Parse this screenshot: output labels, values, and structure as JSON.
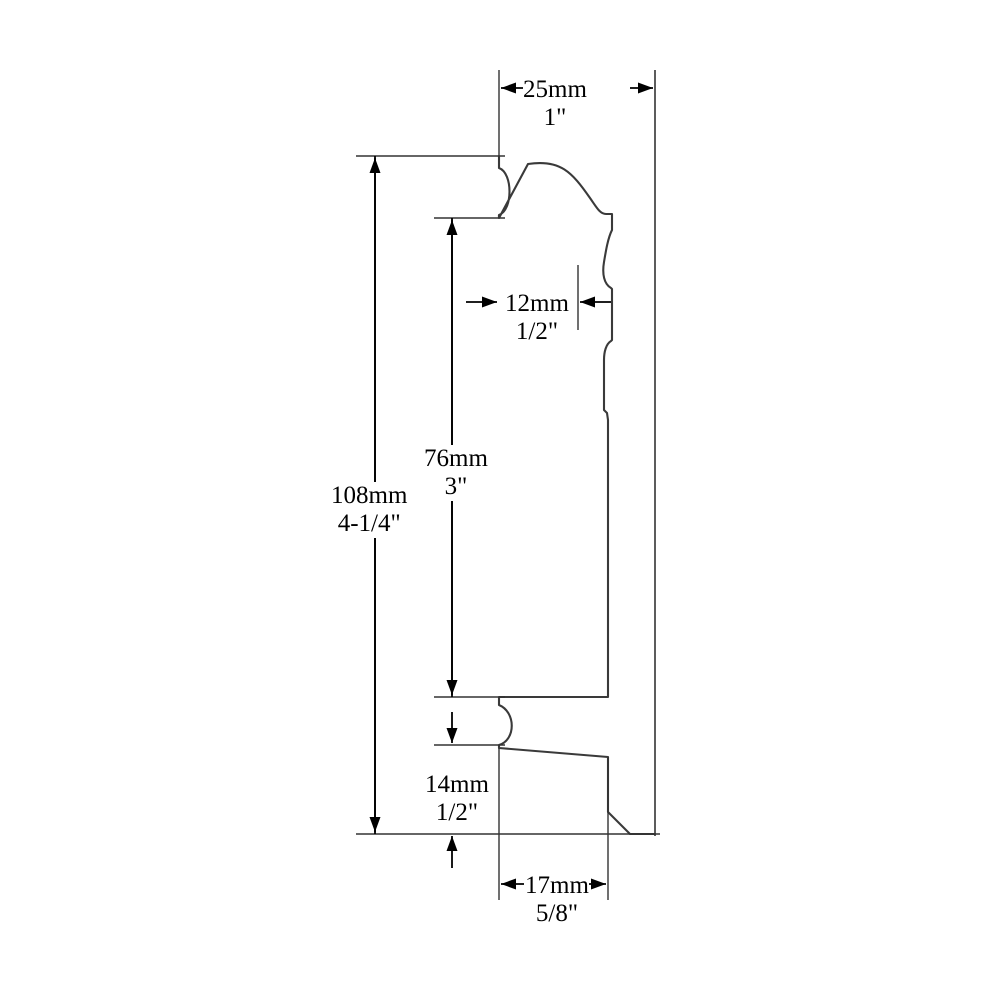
{
  "drawing": {
    "type": "technical-dimension-drawing",
    "subject": "molding profile cross-section",
    "units": [
      "mm",
      "inch"
    ],
    "stroke_color": "#333333",
    "dimension_color": "#000000",
    "background_color": "#ffffff"
  },
  "dimensions": {
    "width_overall": {
      "id": "dim-25mm",
      "metric": "25mm",
      "imperial": "1\"",
      "orientation": "horizontal",
      "arrow_style": "outward",
      "measures": "overall projection from wall"
    },
    "width_upper": {
      "id": "dim-12mm",
      "metric": "12mm",
      "imperial": "1/2\"",
      "orientation": "horizontal",
      "arrow_style": "inward",
      "measures": "upper cove depth"
    },
    "height_middle": {
      "id": "dim-76mm",
      "metric": "76mm",
      "imperial": "3\"",
      "orientation": "vertical",
      "arrow_style": "inward",
      "measures": "central face height"
    },
    "height_overall": {
      "id": "dim-108mm",
      "metric": "108mm",
      "imperial": "4-1/4\"",
      "orientation": "vertical",
      "arrow_style": "inward",
      "measures": "overall profile height"
    },
    "height_base": {
      "id": "dim-14mm",
      "metric": "14mm",
      "imperial": "1/2\"",
      "orientation": "vertical",
      "arrow_style": "inward",
      "measures": "base block height"
    },
    "width_base": {
      "id": "dim-17mm",
      "metric": "17mm",
      "imperial": "5/8\"",
      "orientation": "horizontal",
      "arrow_style": "outward",
      "measures": "base block projection"
    }
  },
  "chart_data": {
    "type": "line",
    "title": "",
    "xlabel": "",
    "ylabel": "",
    "series": [
      {
        "name": "profile-outline",
        "description": "Cross-section silhouette of the molding, drawn left (wall side) to right (face)."
      }
    ]
  }
}
